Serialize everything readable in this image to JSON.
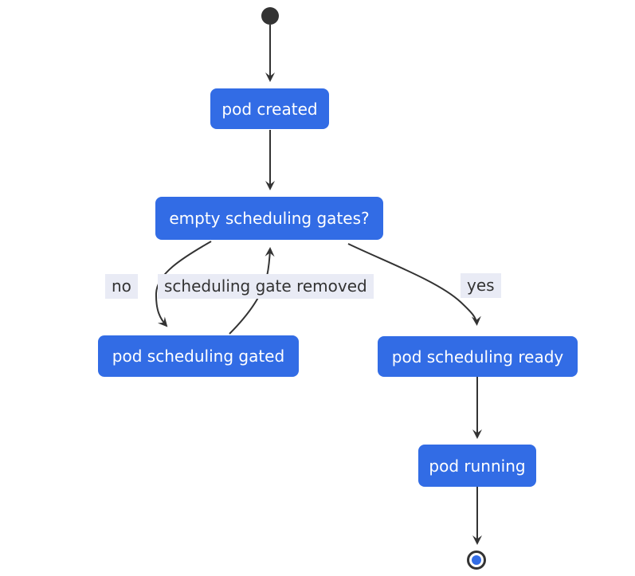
{
  "diagram": {
    "type": "state-diagram",
    "topic": "pod scheduling gates flow",
    "colors": {
      "node_fill": "#326ce5",
      "node_text": "#ffffff",
      "edge_stroke": "#333333",
      "edge_label_bg": "#e9ebf5",
      "edge_label_text": "#333333",
      "start_end_marker": "#333333",
      "background": "#ffffff"
    },
    "nodes": {
      "start": "",
      "pod_created": "pod created",
      "empty_scheduling_gates": "empty scheduling gates?",
      "pod_scheduling_gated": "pod scheduling gated",
      "pod_scheduling_ready": "pod scheduling ready",
      "pod_running": "pod running",
      "end": ""
    },
    "edge_labels": {
      "no": "no",
      "scheduling_gate_removed": "scheduling gate removed",
      "yes": "yes"
    },
    "edges": [
      {
        "from": "start",
        "to": "pod_created",
        "label": ""
      },
      {
        "from": "pod_created",
        "to": "empty_scheduling_gates",
        "label": ""
      },
      {
        "from": "empty_scheduling_gates",
        "to": "pod_scheduling_gated",
        "label": "no"
      },
      {
        "from": "pod_scheduling_gated",
        "to": "empty_scheduling_gates",
        "label": "scheduling gate removed"
      },
      {
        "from": "empty_scheduling_gates",
        "to": "pod_scheduling_ready",
        "label": "yes"
      },
      {
        "from": "pod_scheduling_ready",
        "to": "pod_running",
        "label": ""
      },
      {
        "from": "pod_running",
        "to": "end",
        "label": ""
      }
    ]
  }
}
